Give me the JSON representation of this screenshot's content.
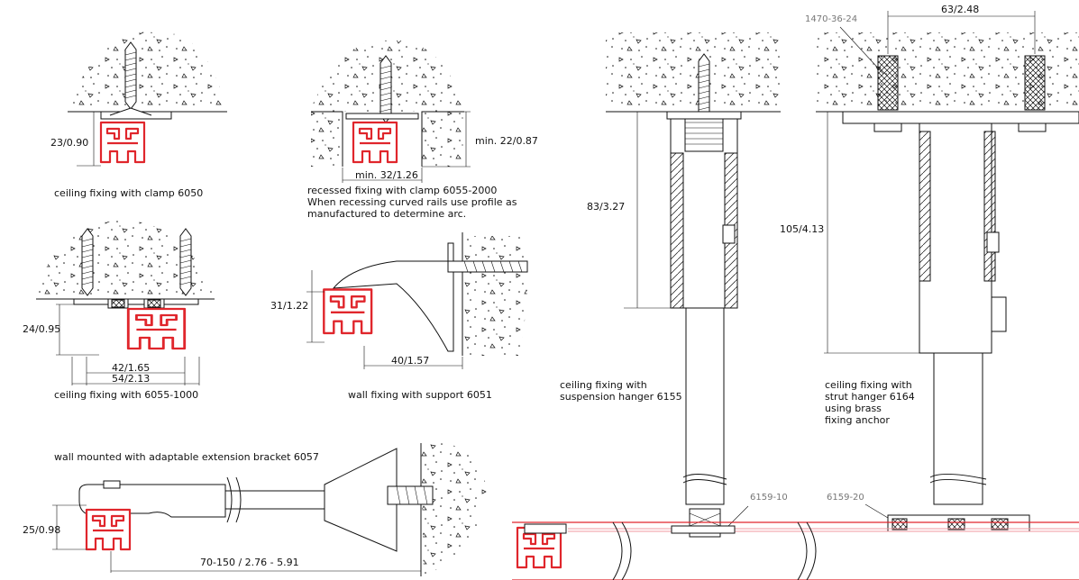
{
  "colors": {
    "rail": "#e0262c",
    "rail_light": "#f09aa0",
    "line": "#111111",
    "part_number": "#777777"
  },
  "captions": {
    "ceiling_clamp_6050": "ceiling fixing with clamp 6050",
    "recessed_line1": "recessed fixing with clamp 6055-2000",
    "recessed_line2": "When recessing curved rails use profile as",
    "recessed_line3": "manufactured to determine arc.",
    "ceiling_6055_1000": "ceiling fixing with 6055-1000",
    "wall_support_6051": "wall fixing with support 6051",
    "wall_bracket_6057": "wall mounted with adaptable extension bracket 6057",
    "suspension_line1": "ceiling fixing with",
    "suspension_line2": "suspension hanger 6155",
    "strut_line1": "ceiling fixing with",
    "strut_line2": "strut hanger 6164",
    "strut_line3": "using brass",
    "strut_line4": "fixing anchor"
  },
  "dimensions": {
    "clamp_height": "23/0.90",
    "recess_depth": "min. 22/0.87",
    "recess_width": "min. 32/1.26",
    "ceiling_height": "24/0.95",
    "inner_width": "42/1.65",
    "outer_width": "54/2.13",
    "wall_height": "31/1.22",
    "wall_projection": "40/1.57",
    "bracket_height": "25/0.98",
    "bracket_range": "70-150 / 2.76 - 5.91",
    "suspension_length": "83/3.27",
    "strut_length": "105/4.13",
    "anchor_spacing": "63/2.48"
  },
  "part_numbers": {
    "anchor": "1470-36-24",
    "suspension_clip": "6159-10",
    "strut_clip": "6159-20"
  }
}
